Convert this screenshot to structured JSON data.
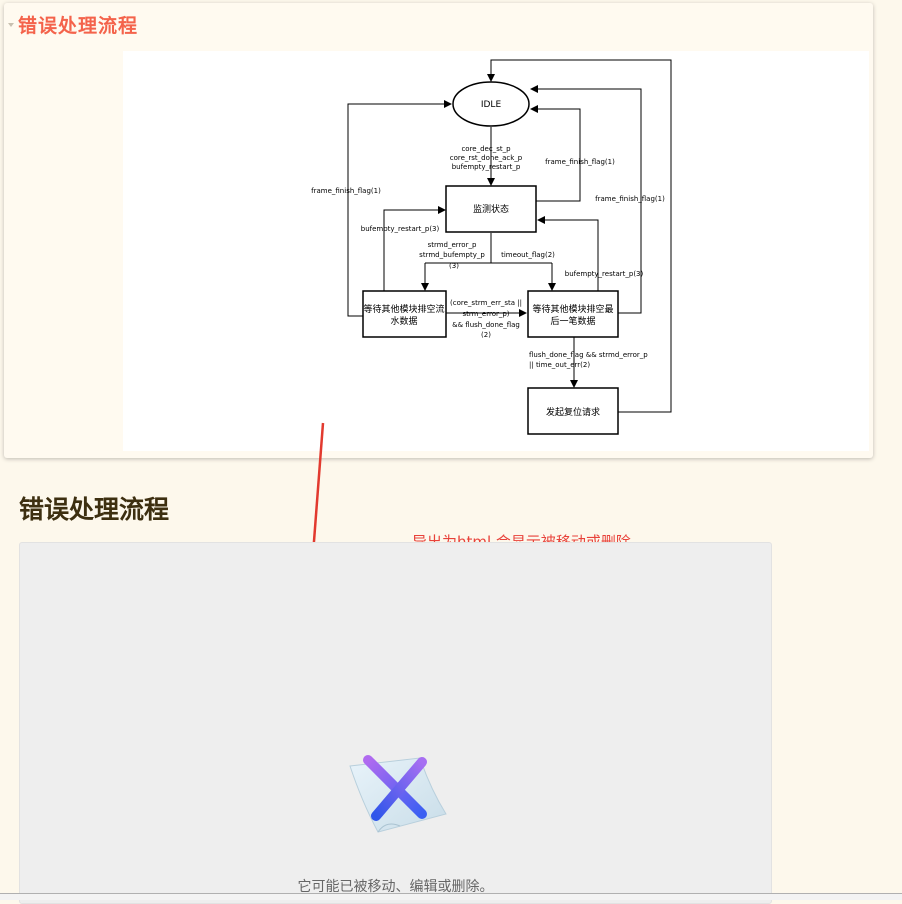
{
  "top_block": {
    "title": "错误处理流程"
  },
  "diagram": {
    "states": {
      "idle": "IDLE",
      "monitor": "监测状态",
      "wait_flush_l1": "等待其他模块排空流",
      "wait_flush_l2": "水数据",
      "wait_last_l1": "等待其他模块排空最",
      "wait_last_l2": "后一笔数据",
      "reset": "发起复位请求"
    },
    "labels": {
      "to_monitor_1": "core_dec_st_p",
      "to_monitor_2": "core_rst_done_ack_p",
      "to_monitor_3": "bufempty_restart_p",
      "frame_finish_left": "frame_finish_flag(1)",
      "frame_finish_mid": "frame_finish_flag(1)",
      "frame_finish_right": "frame_finish_flag(1)",
      "bufempty_left": "bufempty_restart_p(3)",
      "bufempty_right": "bufempty_restart_p(3)",
      "strmd_1": "strmd_error_p",
      "strmd_2": "strmd_bufempty_p",
      "strmd_3": "(3)",
      "timeout": "timeout_flag(2)",
      "middle_1": "(core_strm_err_sta  ||",
      "middle_2": "strm_error_p)",
      "middle_3": "&& flush_done_flag",
      "middle_4": "(2)",
      "bottom_1": "flush_done_flag && strmd_error_p",
      "bottom_2": "|| time_out_err(2)"
    }
  },
  "section": {
    "heading": "错误处理流程"
  },
  "annotation": {
    "text": "导出为html,会显示被移动或删除"
  },
  "broken_embed": {
    "message": "它可能已被移动、编辑或删除。"
  },
  "colors": {
    "title_accent": "#f4634b",
    "annotation_red": "#e8423a",
    "page_background": "#fdf8ec"
  }
}
